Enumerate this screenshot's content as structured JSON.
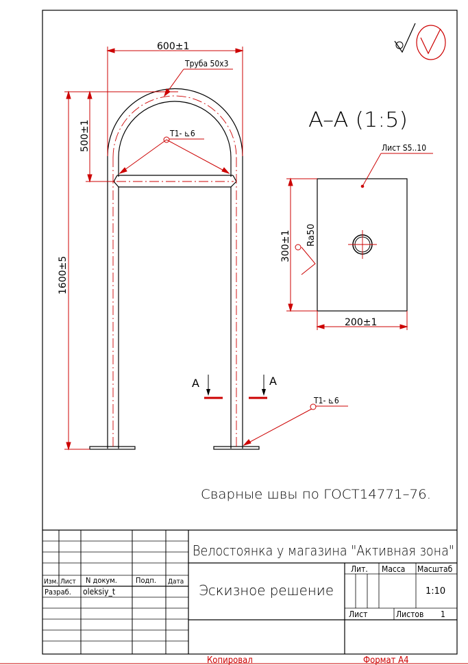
{
  "drawing": {
    "width_dim": "600±1",
    "pipe_label": "Труба 50x3",
    "arch_dim": "500±1",
    "weld_top": "T1- ⊾6",
    "weld_bottom": "T1- ⊾6",
    "height_dim": "1600±5",
    "section_mark_left": "A",
    "section_mark_right": "A",
    "section_title": "A–A (1:5)",
    "plate_label": "Лист S5..10",
    "plate_height_dim": "300±1",
    "roughness": "Ra50",
    "plate_width_dim": "200±1",
    "note": "Сварные швы по ГОСТ14771–76."
  },
  "title_block": {
    "title": "Велостоянка у магазина \"Активная зона\"",
    "subtitle": "Эскизное решение",
    "col_izm": "Изм.",
    "col_list": "Лист",
    "col_ndoc": "N докум.",
    "col_podp": "Подп.",
    "col_data": "Дата",
    "row_razrab": "Разраб.",
    "author": "oleksiy_t",
    "lit": "Лит.",
    "massa": "Масса",
    "masshtab": "Масштаб",
    "scale": "1:10",
    "sheet": "Лист",
    "sheets": "Листов",
    "sheets_count": "1"
  },
  "footer": {
    "copied": "Копировал",
    "format": "Формат А4"
  },
  "colors": {
    "line": "#000000",
    "dim": "#cc0000"
  }
}
